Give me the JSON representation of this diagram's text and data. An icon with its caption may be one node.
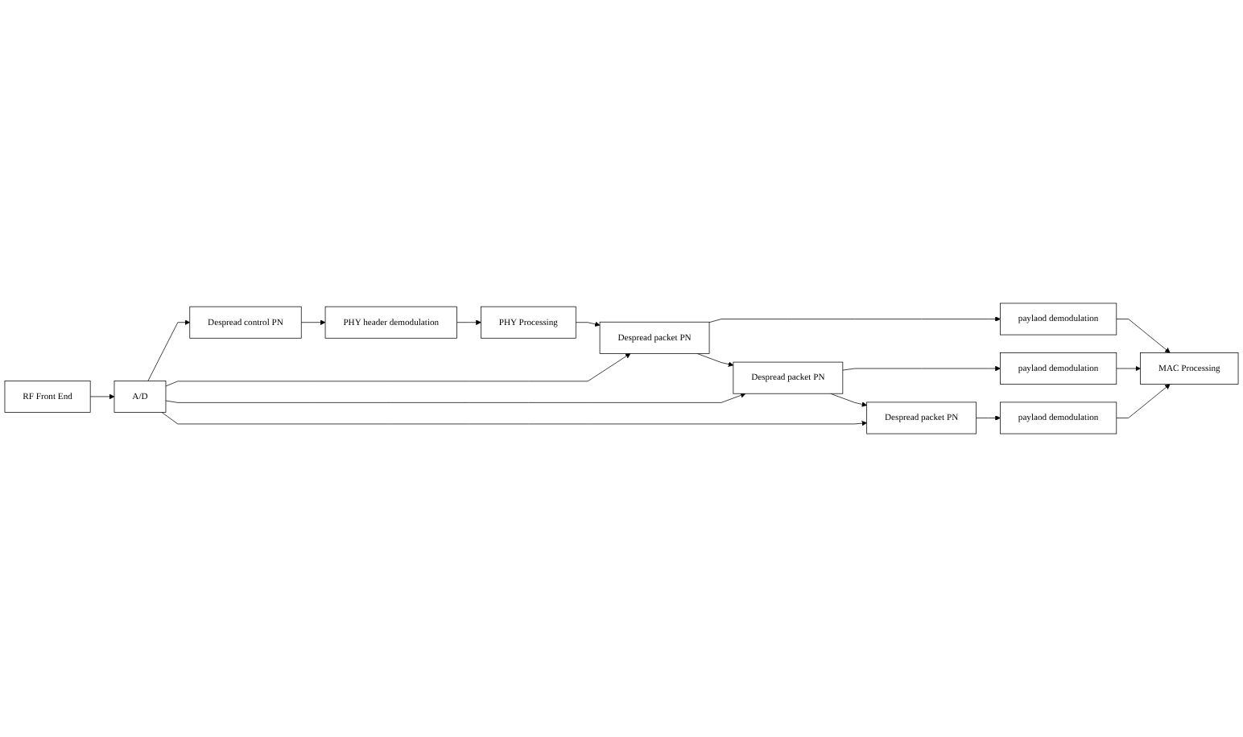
{
  "diagram": {
    "nodes": [
      {
        "text": [
          "RF Front End"
        ]
      },
      {
        "text": [
          "A/D"
        ]
      },
      {
        "text": [
          "Despread control PN"
        ]
      },
      {
        "text": [
          "PHY header demodulation"
        ]
      },
      {
        "text": [
          "PHY Processing"
        ]
      },
      {
        "text": [
          "Despread packet PN"
        ]
      },
      {
        "text": [
          "paylaod demodulation"
        ]
      },
      {
        "text": [
          "Despread packet PN"
        ]
      },
      {
        "text": [
          "paylaod demodulation"
        ]
      },
      {
        "text": [
          "Despread packet PN"
        ]
      },
      {
        "text": [
          "paylaod demodulation"
        ]
      },
      {
        "text": [
          "MAC Processing"
        ]
      }
    ],
    "edges": [
      {
        "from": 0,
        "to": 1,
        "arrow": "to"
      },
      {
        "from": 1,
        "to": 2,
        "arrow": "to"
      },
      {
        "from": 1,
        "to": 5,
        "arrow": "to"
      },
      {
        "from": 1,
        "to": 7,
        "arrow": "to"
      },
      {
        "from": 1,
        "to": 9,
        "arrow": "to"
      },
      {
        "from": 2,
        "to": 3,
        "arrow": "to"
      },
      {
        "from": 3,
        "to": 4,
        "arrow": "to"
      },
      {
        "from": 4,
        "to": 5,
        "arrow": "to"
      },
      {
        "from": 5,
        "to": 6,
        "arrow": "to"
      },
      {
        "from": 5,
        "to": 7,
        "arrow": "to"
      },
      {
        "from": 6,
        "to": 11,
        "arrow": "to"
      },
      {
        "from": 7,
        "to": 8,
        "arrow": "to"
      },
      {
        "from": 7,
        "to": 9,
        "arrow": "to"
      },
      {
        "from": 8,
        "to": 11,
        "arrow": "to"
      },
      {
        "from": 9,
        "to": 10,
        "arrow": "to"
      },
      {
        "from": 10,
        "to": 11,
        "arrow": "to"
      }
    ]
  }
}
